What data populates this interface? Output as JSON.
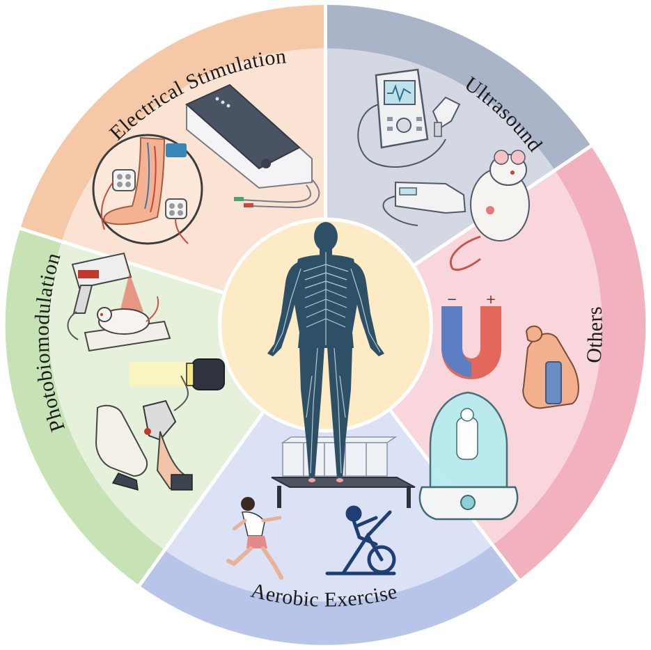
{
  "diagram": {
    "center_icon": "human-nervous-system-icon",
    "segments": [
      {
        "id": "electrical-stimulation",
        "label": "Electrical Stimulation",
        "outer_color": "#f5c9a8",
        "inner_color": "#fbe3d4",
        "icons": [
          "electrical-stimulator-device-icon",
          "leg-electrode-pads-icon"
        ]
      },
      {
        "id": "ultrasound",
        "label": "Ultrasound",
        "outer_color": "#aab4c8",
        "inner_color": "#d3d8e3",
        "icons": [
          "ultrasound-machine-icon",
          "ultrasound-probe-rat-icon"
        ]
      },
      {
        "id": "others",
        "label": "Others",
        "outer_color": "#f1b2bd",
        "inner_color": "#f9d6dc",
        "icons": [
          "magnet-icon",
          "arm-tourniquet-icon",
          "hyperbaric-chamber-icon"
        ]
      },
      {
        "id": "aerobic-exercise",
        "label": "Aerobic Exercise",
        "outer_color": "#b9c5e8",
        "inner_color": "#dbe2f5",
        "icons": [
          "rat-treadmill-icon",
          "running-woman-icon",
          "exercise-bike-icon"
        ]
      },
      {
        "id": "photobiomodulation",
        "label": "Photobiomodulation",
        "outer_color": "#c7e3b6",
        "inner_color": "#e6f1dc",
        "icons": [
          "laser-on-rat-icon",
          "light-wand-icon",
          "hand-laser-therapy-icon"
        ]
      }
    ],
    "colors": {
      "center": "#fcebc4",
      "divider": "#ffffff",
      "body": "#2e5067",
      "nerve": "#b9d3df"
    }
  }
}
